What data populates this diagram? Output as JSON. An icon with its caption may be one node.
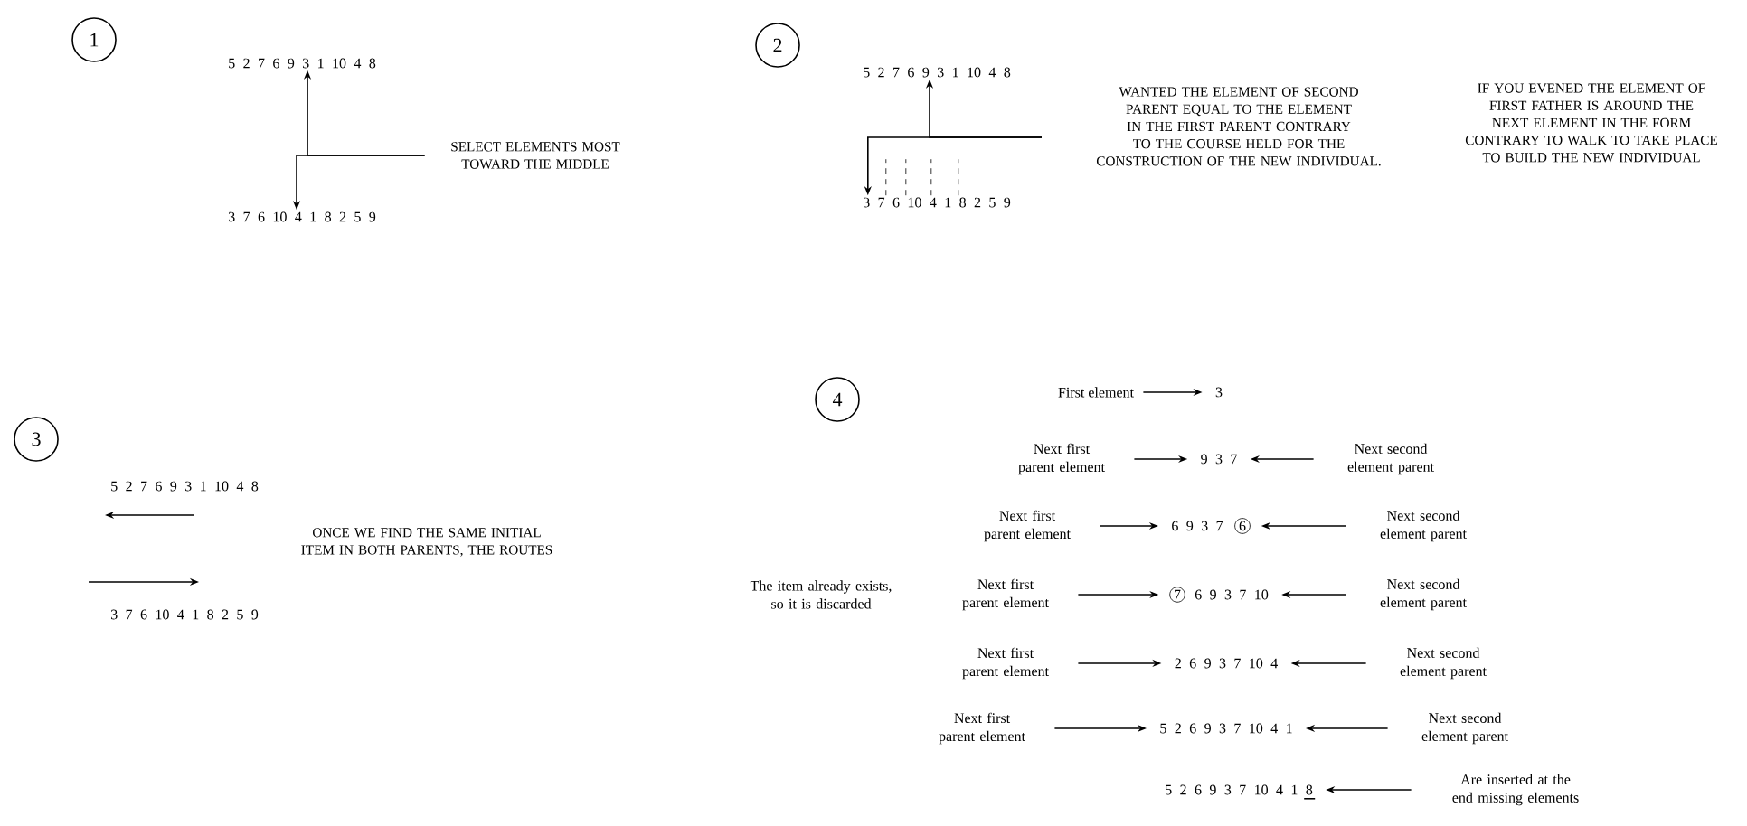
{
  "diagram": {
    "nodes": [
      {
        "text": [
          "1"
        ]
      },
      {
        "text": [
          "5 2 7 6 9 3 1 10 4 8"
        ]
      },
      {
        "text": [
          "3 7 6 10 4 1 8 2 5 9"
        ]
      },
      {
        "text": [
          "SELECT ELEMENTS MOST TOWARD THE MIDDLE"
        ]
      },
      {
        "text": [
          "2"
        ]
      },
      {
        "text": [
          "5 2 7 6 9 3 1 10 4 8"
        ]
      },
      {
        "text": [
          "3 7 6 10 4 1 8 2 5 9"
        ]
      },
      {
        "text": [
          "WANTED THE ELEMENT OF SECOND PARENT EQUAL TO THE ELEMENT IN THE FIRST PARENT CONTRARY TO THE COURSE HELD FOR THE CONSTRUCTION OF THE NEW INDIVIDUAL."
        ]
      },
      {
        "text": [
          "IF YOU EVENED THE ELEMENT OF FIRST FATHER IS AROUND THE NEXT ELEMENT IN THE FORM CONTRARY TO WALK TO TAKE PLACE TO BUILD THE NEW INDIVIDUAL"
        ]
      },
      {
        "text": [
          "3"
        ]
      },
      {
        "text": [
          "5 2 7 6 9 3 1 10 4 8"
        ]
      },
      {
        "text": [
          "3 7 6 10 4 1 8 2 5 9"
        ]
      },
      {
        "text": [
          "ONCE WE FIND THE SAME INITIAL ITEM IN BOTH PARENTS, THE ROUTES"
        ]
      },
      {
        "text": [
          "4"
        ]
      },
      {
        "text": [
          "First element"
        ]
      },
      {
        "text": [
          "3"
        ]
      },
      {
        "text": [
          "Next first parent element"
        ]
      },
      {
        "text": [
          "9 3 7"
        ]
      },
      {
        "text": [
          "Next second element parent"
        ]
      },
      {
        "text": [
          "Next first parent element"
        ]
      },
      {
        "text": [
          "6 9 3 7"
        ]
      },
      {
        "text": [
          "6"
        ]
      },
      {
        "text": [
          "Next second element parent"
        ]
      },
      {
        "text": [
          "Next first parent element"
        ]
      },
      {
        "text": [
          "7"
        ]
      },
      {
        "text": [
          "6 9 3 7 10"
        ]
      },
      {
        "text": [
          "Next second element parent"
        ]
      },
      {
        "text": [
          "Next first parent element"
        ]
      },
      {
        "text": [
          "2 6 9 3 7 10 4"
        ]
      },
      {
        "text": [
          "Next second element parent"
        ]
      },
      {
        "text": [
          "Next first parent element"
        ]
      },
      {
        "text": [
          "5 2 6 9 3 7 10 4 1"
        ]
      },
      {
        "text": [
          "Next second element parent"
        ]
      },
      {
        "text": [
          "5 2 6 9 3 7 10 4 1 8"
        ]
      },
      {
        "text": [
          "Are inserted at the end missing elements"
        ]
      }
    ],
    "edges": [
      {
        "from": 3,
        "to": 1,
        "arrow": "to"
      },
      {
        "from": 3,
        "to": 2,
        "arrow": "to"
      },
      {
        "from": null,
        "to": 5,
        "arrow": "to"
      },
      {
        "from": null,
        "to": 6,
        "arrow": "to"
      },
      {
        "from": 14,
        "to": 15,
        "arrow": "to"
      },
      {
        "from": 16,
        "to": 17,
        "arrow": "to"
      },
      {
        "from": 18,
        "to": 17,
        "arrow": "to"
      },
      {
        "from": 19,
        "to": 20,
        "arrow": "to"
      },
      {
        "from": 22,
        "to": 21,
        "arrow": "to"
      },
      {
        "from": 23,
        "to": 24,
        "arrow": "to"
      },
      {
        "from": 26,
        "to": 25,
        "arrow": "to"
      },
      {
        "from": 27,
        "to": 28,
        "arrow": "to"
      },
      {
        "from": 29,
        "to": 28,
        "arrow": "to"
      },
      {
        "from": 30,
        "to": 31,
        "arrow": "to"
      },
      {
        "from": 32,
        "to": 31,
        "arrow": "to"
      },
      {
        "from": 34,
        "to": 33,
        "arrow": "to"
      }
    ],
    "labels": [
      "The item already exists, so it is discarded"
    ]
  }
}
